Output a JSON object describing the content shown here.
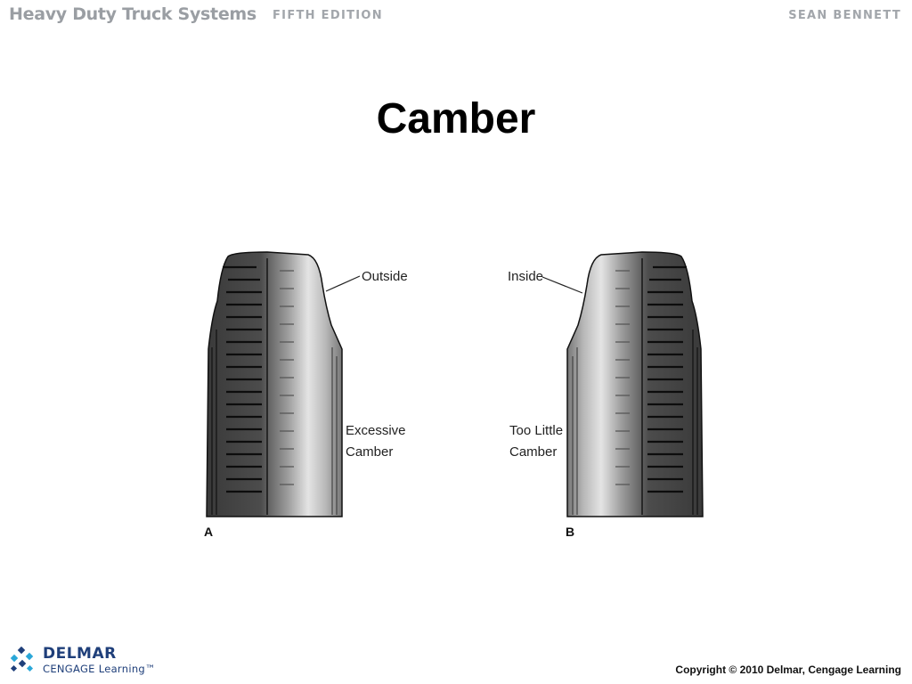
{
  "header": {
    "book_title": "Heavy Duty Truck Systems",
    "edition": "FIFTH EDITION",
    "author": "SEAN BENNETT"
  },
  "slide": {
    "title": "Camber"
  },
  "figure": {
    "panel_a": {
      "letter": "A",
      "callout": "Outside",
      "note_line1": "Excessive",
      "note_line2": "Camber"
    },
    "panel_b": {
      "letter": "B",
      "callout": "Inside",
      "note_line1": "Too Little",
      "note_line2": "Camber"
    }
  },
  "footer": {
    "brand": "DELMAR",
    "subbrand": "CENGAGE Learning",
    "trademark": "™",
    "copyright": "Copyright © 2010 Delmar, Cengage Learning"
  },
  "colors": {
    "header_gray": "#9a9ea3",
    "brand_blue": "#1f3f7a",
    "brand_cyan": "#2aa7d8"
  }
}
